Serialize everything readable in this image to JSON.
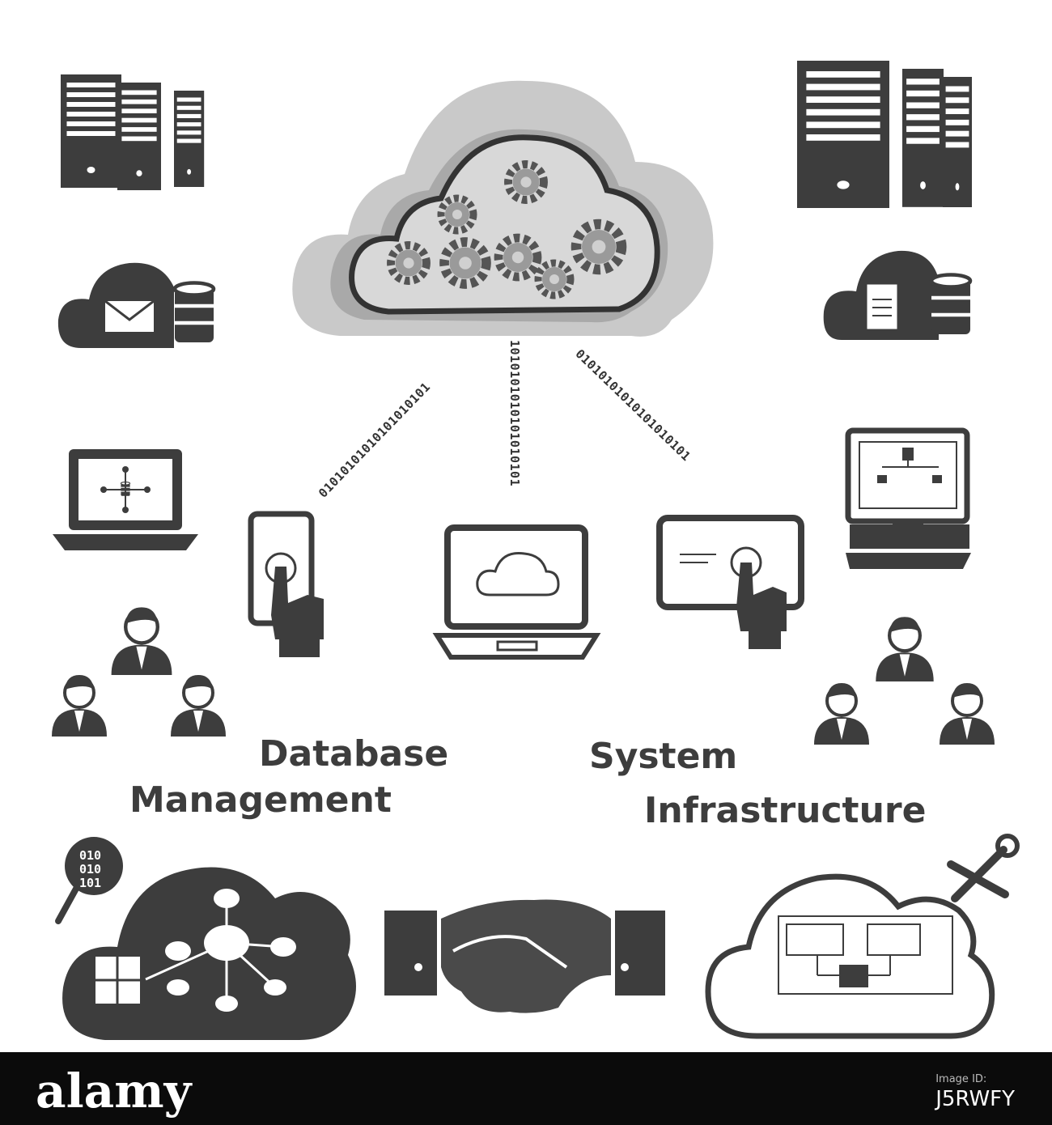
{
  "headings": {
    "left_line1": "Database",
    "left_line2": "Management",
    "right_line1": "System",
    "right_line2": "Infrastructure"
  },
  "binary_streams": {
    "left": "01010101010101010101",
    "center": "1010101010101010101",
    "right": "01010101010101010101"
  },
  "search_binary": [
    "010",
    "010",
    "101"
  ],
  "footer": {
    "logo": "alamy",
    "image_id_label": "Image ID:",
    "image_id": "J5RWFY"
  },
  "colors": {
    "icon_dark": "#3d3d3d",
    "icon_medium": "#5a5a5a",
    "cloud_light": "#c8c8c8",
    "cloud_mid": "#a7a7a7",
    "footer_bg": "#0b0b0b"
  },
  "icons": [
    "server-rack-icon",
    "cloud-mail-database-icon",
    "laptop-network-icon",
    "smartphone-touch-icon",
    "laptop-cloud-icon",
    "tablet-touch-icon",
    "desktop-network-icon",
    "team-people-icon",
    "cloud-gears-icon",
    "cloud-database-network-icon",
    "magnifier-binary-icon",
    "handshake-icon",
    "cloud-infrastructure-icon",
    "tools-icon",
    "cloud-document-database-icon"
  ]
}
